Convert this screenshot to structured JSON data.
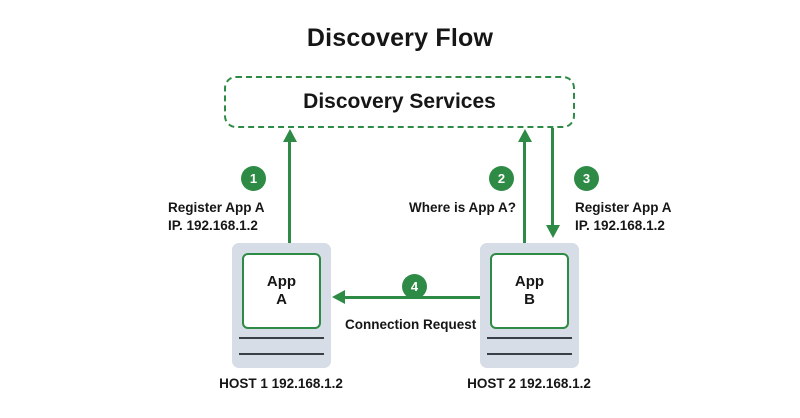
{
  "diagram": {
    "title": "Discovery Flow",
    "accent_green": "#2e8b45",
    "host_fill": "#d7dde6",
    "text_color": "#161616"
  },
  "discovery": {
    "label": "Discovery Services"
  },
  "hosts": [
    {
      "app_line1": "App",
      "app_line2": "A",
      "caption": "HOST 1\n192.168.1.2"
    },
    {
      "app_line1": "App",
      "app_line2": "B",
      "caption": "HOST 2\n192.168.1.2"
    }
  ],
  "steps": [
    {
      "number": "1",
      "label": "Register App A\nIP. 192.168.1.2",
      "direction": "up"
    },
    {
      "number": "2",
      "label": "Where is App A?",
      "direction": "up"
    },
    {
      "number": "3",
      "label": "Register App A\nIP. 192.168.1.2",
      "direction": "down"
    },
    {
      "number": "4",
      "label": "Connection Request",
      "direction": "left"
    }
  ]
}
